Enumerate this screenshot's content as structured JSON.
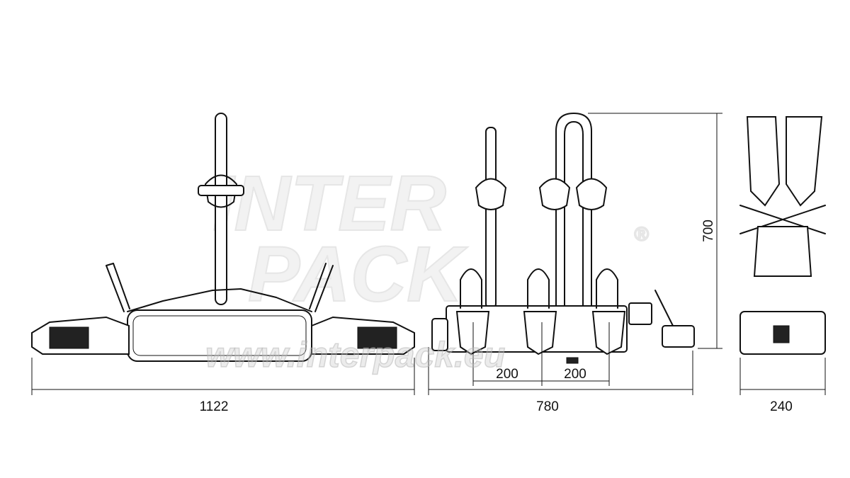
{
  "watermark": {
    "line1": "INTER",
    "line2": "PACK",
    "registered": "®",
    "url": "www.interpack.eu"
  },
  "dimensions": {
    "rear_width": "1122",
    "side_length": "780",
    "spacing_1": "200",
    "spacing_2": "200",
    "height": "700",
    "folded_width": "240"
  },
  "colors": {
    "line": "#111111",
    "watermark": "#f2f2f2"
  }
}
